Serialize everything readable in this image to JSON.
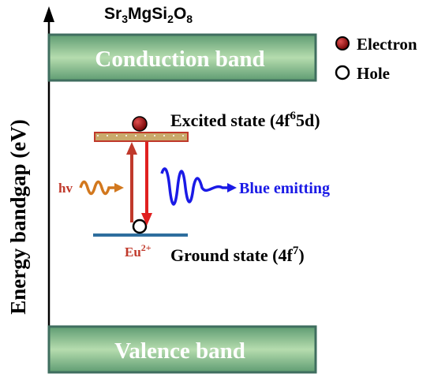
{
  "formula": {
    "base1": "Sr",
    "sub1": "3",
    "base2": "MgSi",
    "sub2": "2",
    "base3": "O",
    "sub3": "8"
  },
  "y_axis_label": "Energy bandgap  (eV)",
  "conduction_band_label": "Conduction  band",
  "valence_band_label": "Valence  band",
  "legend": {
    "electron_label": "Electron",
    "hole_label": "Hole"
  },
  "excited_state": {
    "prefix": "Excited state (4f",
    "sup": "6",
    "suffix": "5d)"
  },
  "ground_state": {
    "prefix": "Ground state (4f",
    "sup": "7",
    "suffix": ")"
  },
  "ion": {
    "base": "Eu",
    "sup": "2+"
  },
  "excitation_label": "hv",
  "emission_label": "Blue emitting",
  "colors": {
    "band_fill": "#8fc08a",
    "band_border": "#3f6e5f",
    "band_text": "#ffffff",
    "excited_level_fill": "#c8a868",
    "excited_level_border": "#c0392b",
    "ground_level": "#2e6e9e",
    "electron": "#a01010",
    "absorption_arrow": "#c0392b",
    "emission_arrow": "#e02020",
    "excitation_wave": "#d2781e",
    "emission_wave": "#1a1ae6",
    "ion_label": "#c0392b"
  }
}
